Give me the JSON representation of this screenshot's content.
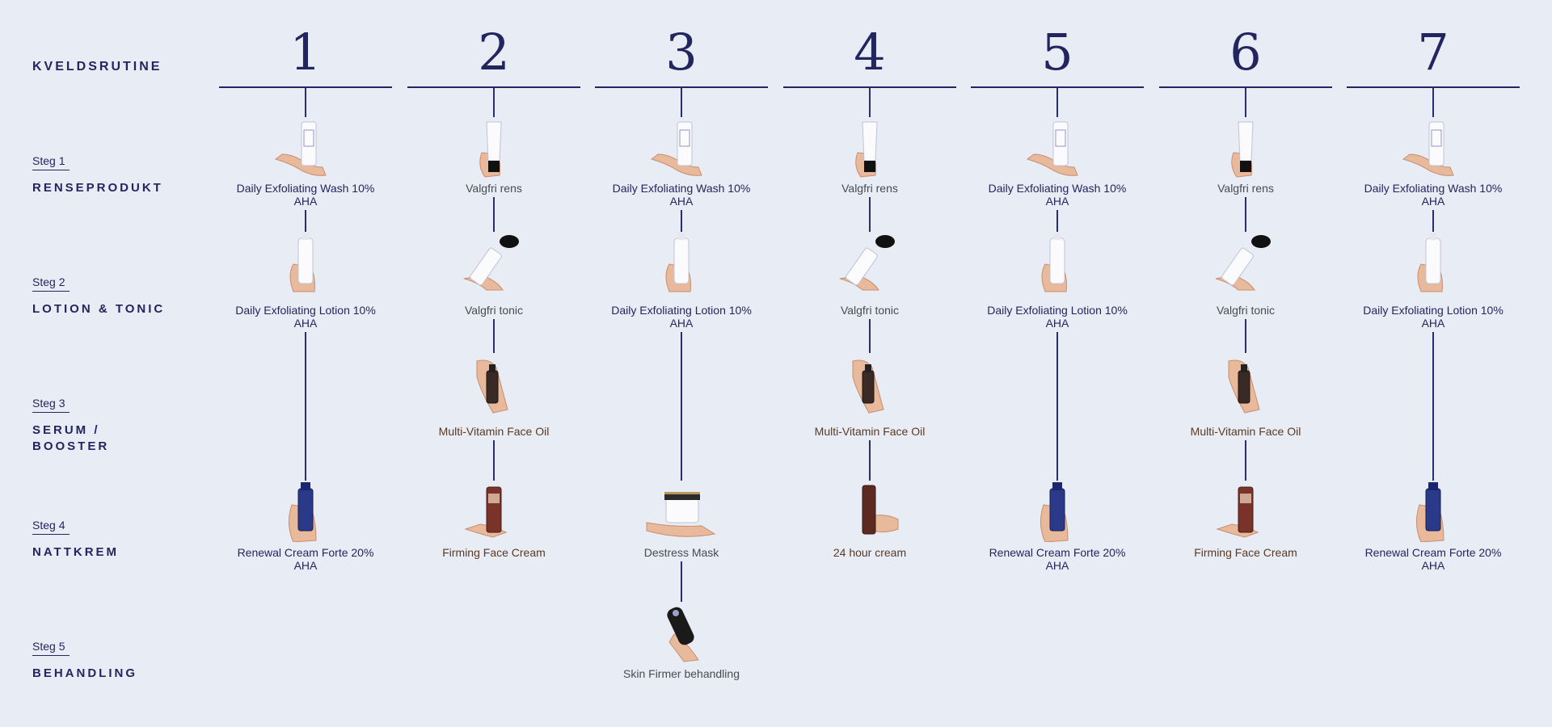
{
  "routine_title": "KVELDSRUTINE",
  "steps": [
    {
      "num": "Steg 1",
      "name": "RENSEPRODUKT"
    },
    {
      "num": "Steg 2",
      "name": "LOTION & TONIC"
    },
    {
      "num": "Steg 3",
      "name": "SERUM / BOOSTER"
    },
    {
      "num": "Steg 4",
      "name": "NATTKREM"
    },
    {
      "num": "Steg 5",
      "name": "BEHANDLING"
    }
  ],
  "days": [
    {
      "num": "1",
      "products": [
        {
          "step": 1,
          "name": "Daily Exfoliating Wash 10% AHA",
          "icon": "hand-holding-wash-bottle-icon",
          "tone": "navy"
        },
        {
          "step": 2,
          "name": "Daily Exfoliating Lotion 10% AHA",
          "icon": "hand-holding-lotion-bottle-icon",
          "tone": "navy"
        },
        {
          "step": 4,
          "name": "Renewal Cream Forte 20% AHA",
          "icon": "hand-holding-blue-cream-icon",
          "tone": "navy"
        }
      ]
    },
    {
      "num": "2",
      "products": [
        {
          "step": 1,
          "name": "Valgfri rens",
          "icon": "hand-holding-tube-icon",
          "tone": "gray"
        },
        {
          "step": 2,
          "name": "Valgfri tonic",
          "icon": "hand-holding-tonic-bottle-icon",
          "tone": "gray"
        },
        {
          "step": 3,
          "name": "Multi-Vitamin Face Oil",
          "icon": "hand-holding-oil-bottle-icon",
          "tone": "brown"
        },
        {
          "step": 4,
          "name": "Firming Face Cream",
          "icon": "hand-holding-brown-cream-icon",
          "tone": "brown"
        }
      ]
    },
    {
      "num": "3",
      "products": [
        {
          "step": 1,
          "name": "Daily Exfoliating Wash 10% AHA",
          "icon": "hand-holding-wash-bottle-icon",
          "tone": "navy"
        },
        {
          "step": 2,
          "name": "Daily Exfoliating Lotion 10% AHA",
          "icon": "hand-holding-lotion-bottle-icon",
          "tone": "navy"
        },
        {
          "step": 4,
          "name": "Destress Mask",
          "icon": "hand-holding-mask-jar-icon",
          "tone": "gray"
        },
        {
          "step": 5,
          "name": "Skin Firmer behandling",
          "icon": "hand-holding-skin-firmer-device-icon",
          "tone": "gray"
        }
      ]
    },
    {
      "num": "4",
      "products": [
        {
          "step": 1,
          "name": "Valgfri rens",
          "icon": "hand-holding-tube-icon",
          "tone": "gray"
        },
        {
          "step": 2,
          "name": "Valgfri tonic",
          "icon": "hand-holding-tonic-bottle-icon",
          "tone": "gray"
        },
        {
          "step": 3,
          "name": "Multi-Vitamin Face Oil",
          "icon": "hand-holding-oil-bottle-icon",
          "tone": "brown"
        },
        {
          "step": 4,
          "name": "24 hour cream",
          "icon": "hand-holding-brown-bottle-icon",
          "tone": "brown"
        }
      ]
    },
    {
      "num": "5",
      "products": [
        {
          "step": 1,
          "name": "Daily Exfoliating Wash 10% AHA",
          "icon": "hand-holding-wash-bottle-icon",
          "tone": "navy"
        },
        {
          "step": 2,
          "name": "Daily Exfoliating Lotion 10% AHA",
          "icon": "hand-holding-lotion-bottle-icon",
          "tone": "navy"
        },
        {
          "step": 4,
          "name": "Renewal Cream Forte 20% AHA",
          "icon": "hand-holding-blue-cream-icon",
          "tone": "navy"
        }
      ]
    },
    {
      "num": "6",
      "products": [
        {
          "step": 1,
          "name": "Valgfri rens",
          "icon": "hand-holding-tube-icon",
          "tone": "gray"
        },
        {
          "step": 2,
          "name": "Valgfri tonic",
          "icon": "hand-holding-tonic-bottle-icon",
          "tone": "gray"
        },
        {
          "step": 3,
          "name": "Multi-Vitamin Face Oil",
          "icon": "hand-holding-oil-bottle-icon",
          "tone": "brown"
        },
        {
          "step": 4,
          "name": "Firming Face Cream",
          "icon": "hand-holding-brown-cream-icon",
          "tone": "brown"
        }
      ]
    },
    {
      "num": "7",
      "products": [
        {
          "step": 1,
          "name": "Daily Exfoliating Wash 10% AHA",
          "icon": "hand-holding-wash-bottle-icon",
          "tone": "navy"
        },
        {
          "step": 2,
          "name": "Daily Exfoliating Lotion 10% AHA",
          "icon": "hand-holding-lotion-bottle-icon",
          "tone": "navy"
        },
        {
          "step": 4,
          "name": "Renewal Cream Forte 20% AHA",
          "icon": "hand-holding-blue-cream-icon",
          "tone": "navy"
        }
      ]
    }
  ],
  "colors": {
    "background": "#e8ecf5",
    "navy": "#23265e",
    "brown": "#5a3a24",
    "gray": "#4a4a52"
  }
}
